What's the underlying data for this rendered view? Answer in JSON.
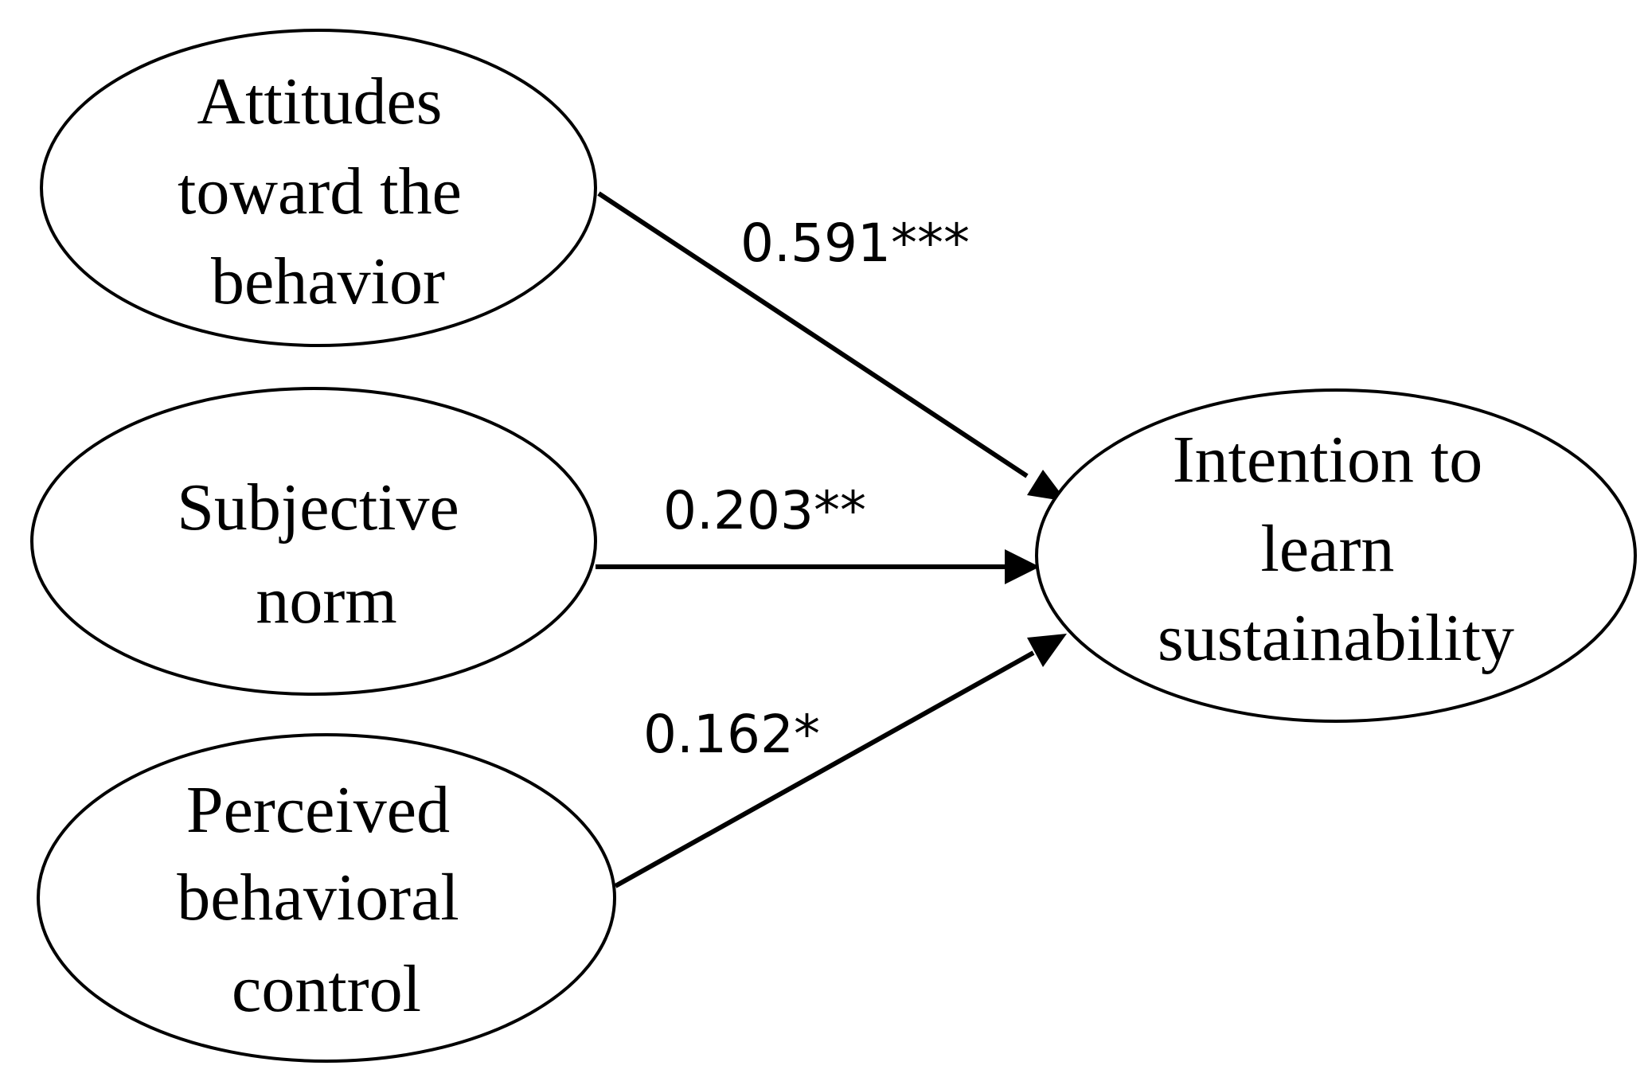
{
  "diagram": {
    "nodes": {
      "attitudes": {
        "lines": [
          "Attitudes",
          "toward the",
          "behavior"
        ]
      },
      "subjective_norm": {
        "lines": [
          "Subjective",
          "norm"
        ]
      },
      "perceived_control": {
        "lines": [
          "Perceived",
          "behavioral",
          "control"
        ]
      },
      "intention": {
        "lines": [
          "Intention to",
          "learn",
          "sustainability"
        ]
      }
    },
    "edges": {
      "attitudes_to_intention": {
        "from": "attitudes",
        "to": "intention",
        "label": "0.591***"
      },
      "norm_to_intention": {
        "from": "subjective_norm",
        "to": "intention",
        "label": "0.203**"
      },
      "control_to_intention": {
        "from": "perceived_control",
        "to": "intention",
        "label": "0.162*"
      }
    }
  }
}
